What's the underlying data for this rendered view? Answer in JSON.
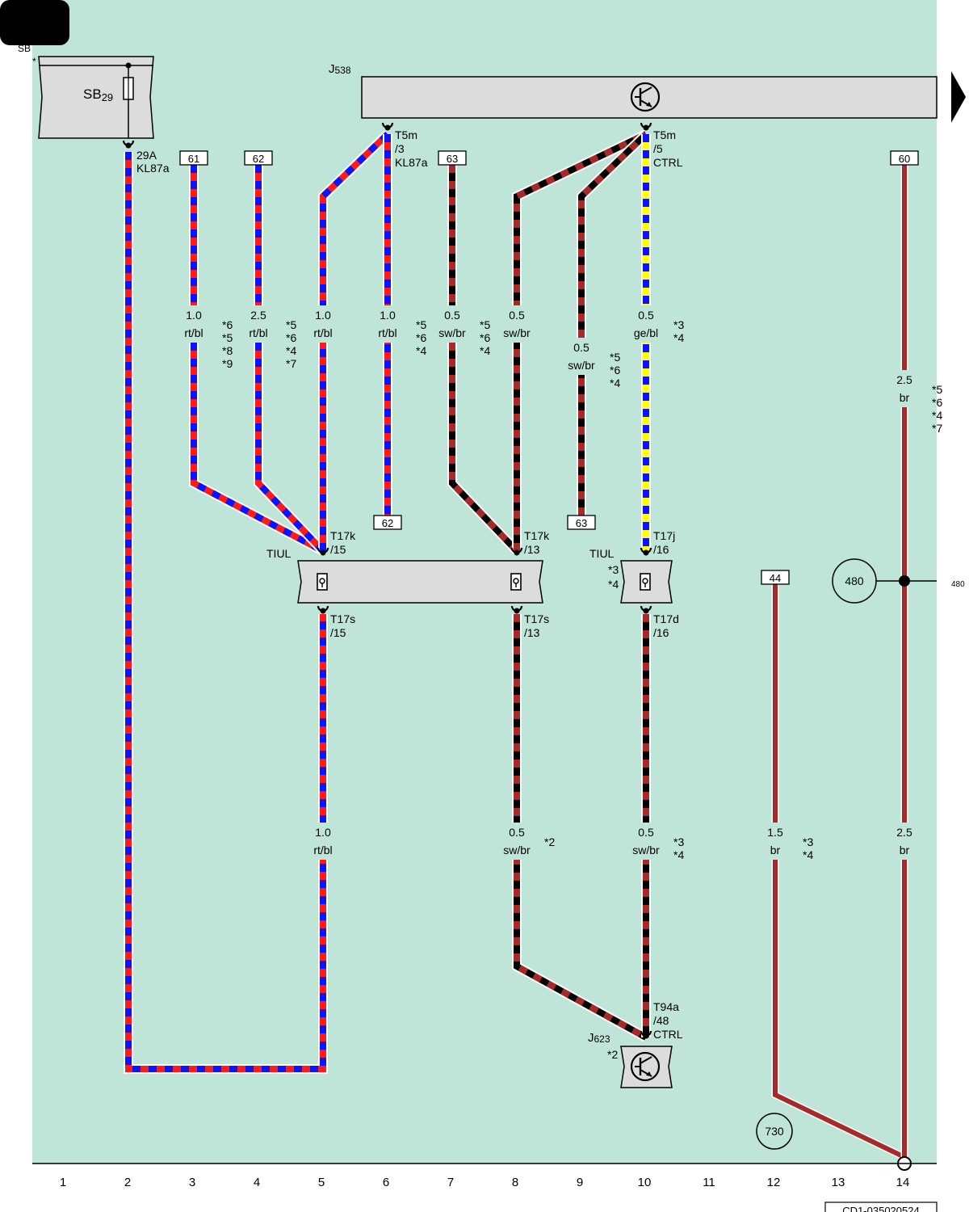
{
  "page": {
    "tab_label": "SB",
    "doc_code": "CD1-035020524",
    "footnote_mark": "*",
    "column_numbers": [
      "1",
      "2",
      "3",
      "4",
      "5",
      "6",
      "7",
      "8",
      "9",
      "10",
      "11",
      "12",
      "13",
      "14"
    ]
  },
  "colors": {
    "background": "#bfe4d8",
    "red": "#ff1a1a",
    "blue": "#0a14ff",
    "black": "#000000",
    "brown": "#a52a2a",
    "yellow": "#ffff00",
    "component_fill": "#dcdcdc"
  },
  "components": {
    "sb_box": {
      "fuse_label": "SB",
      "fuse_sub": "29",
      "pin_label": "29A",
      "pin_sub": "KL87a"
    },
    "j538": {
      "label": "J",
      "sub": "538",
      "icon": "transistor-icon",
      "pin_left": {
        "l1": "T5m",
        "l2": "/3",
        "l3": "KL87a"
      },
      "pin_right": {
        "l1": "T5m",
        "l2": "/5",
        "l3": "CTRL"
      }
    },
    "tiul_left": {
      "label": "TIUL",
      "pin_top_a": {
        "l1": "T17k",
        "l2": "/15"
      },
      "pin_top_b": {
        "l1": "T17k",
        "l2": "/13"
      },
      "pin_bot_a": {
        "l1": "T17s",
        "l2": "/15"
      },
      "pin_bot_b": {
        "l1": "T17s",
        "l2": "/13"
      }
    },
    "tiul_right": {
      "label": "TIUL",
      "notes": [
        "*3",
        "*4"
      ],
      "pin_top": {
        "l1": "T17j",
        "l2": "/16"
      },
      "pin_bot": {
        "l1": "T17d",
        "l2": "/16"
      }
    },
    "j623": {
      "label": "J",
      "sub": "623",
      "note": "*2",
      "icon": "transistor-icon",
      "pin": {
        "l1": "T94a",
        "l2": "/48",
        "l3": "CTRL"
      }
    },
    "ground_480": {
      "label": "480",
      "side_label": "480"
    },
    "ground_730": {
      "label": "730"
    }
  },
  "ref_boxes": {
    "r61": "61",
    "r62_top": "62",
    "r63_top": "63",
    "r60": "60",
    "r62_bot": "62",
    "r63_bot": "63",
    "r44": "44"
  },
  "wires": {
    "w3": {
      "size": "1.0",
      "color": "rt/bl",
      "notes": [
        "*6",
        "*5",
        "*8",
        "*9"
      ]
    },
    "w4": {
      "size": "2.5",
      "color": "rt/bl",
      "notes": [
        "*5",
        "*6",
        "*4",
        "*7"
      ]
    },
    "w5": {
      "size": "1.0",
      "color": "rt/bl"
    },
    "w6": {
      "size": "1.0",
      "color": "rt/bl",
      "notes": [
        "*5",
        "*6",
        "*4"
      ]
    },
    "w7": {
      "size": "0.5",
      "color": "sw/br",
      "notes": [
        "*5",
        "*6",
        "*4"
      ]
    },
    "w8": {
      "size": "0.5",
      "color": "sw/br"
    },
    "w9": {
      "size": "0.5",
      "color": "sw/br",
      "notes": [
        "*5",
        "*6",
        "*4"
      ]
    },
    "w10": {
      "size": "0.5",
      "color": "ge/bl",
      "notes": [
        "*3",
        "*4"
      ]
    },
    "w14a": {
      "size": "2.5",
      "color": "br",
      "notes": [
        "*5",
        "*6",
        "*4",
        "*7"
      ]
    },
    "w5b": {
      "size": "1.0",
      "color": "rt/bl"
    },
    "w8b": {
      "size": "0.5",
      "color": "sw/br",
      "notes": [
        "*2"
      ]
    },
    "w10b": {
      "size": "0.5",
      "color": "sw/br",
      "notes": [
        "*3",
        "*4"
      ]
    },
    "w12": {
      "size": "1.5",
      "color": "br",
      "notes": [
        "*3",
        "*4"
      ]
    },
    "w14b": {
      "size": "2.5",
      "color": "br"
    }
  }
}
